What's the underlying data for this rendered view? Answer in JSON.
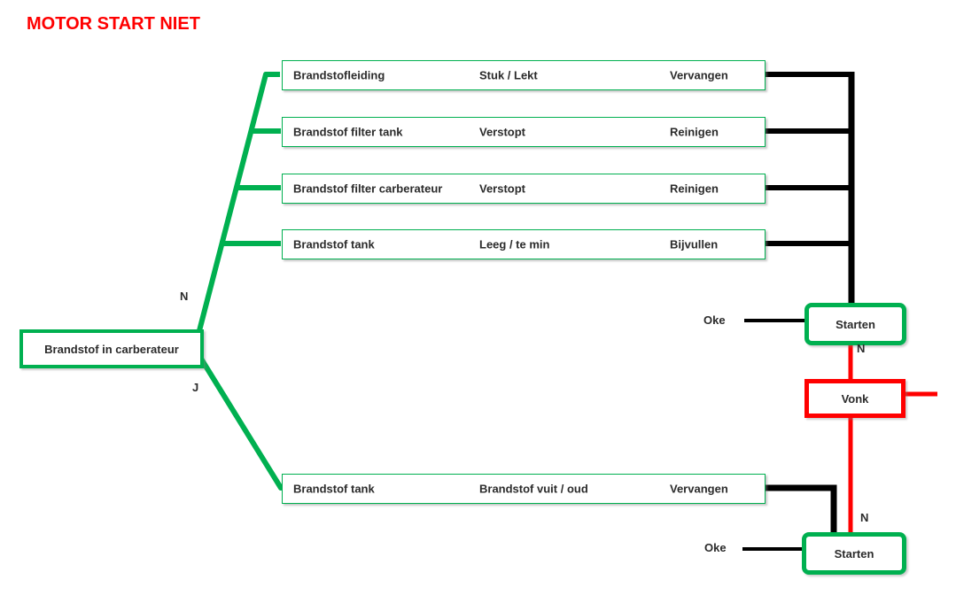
{
  "title": "MOTOR START NIET",
  "colors": {
    "green": "#00B050",
    "red": "#FF0000",
    "black": "#000000",
    "title_red": "#FF0000",
    "text": "#2b2b2b"
  },
  "root": {
    "label": "Brandstof in carberateur",
    "branch_no_label": "N",
    "branch_yes_label": "J"
  },
  "no_branch": {
    "checks": [
      {
        "component": "Brandstofleiding",
        "problem": "Stuk / Lekt",
        "action": "Vervangen"
      },
      {
        "component": "Brandstof filter tank",
        "problem": "Verstopt",
        "action": "Reinigen"
      },
      {
        "component": "Brandstof filter carberateur",
        "problem": "Verstopt",
        "action": "Reinigen"
      },
      {
        "component": "Brandstof tank",
        "problem": "Leeg / te min",
        "action": "Bijvullen"
      }
    ],
    "starten": {
      "label": "Starten",
      "oke_label": "Oke",
      "branch_no_label": "N"
    }
  },
  "vonk": {
    "label": "Vonk"
  },
  "yes_branch": {
    "check": {
      "component": "Brandstof tank",
      "problem": "Brandstof vuit / oud",
      "action": "Vervangen"
    },
    "starten": {
      "label": "Starten",
      "oke_label": "Oke",
      "branch_no_label": "N"
    }
  }
}
